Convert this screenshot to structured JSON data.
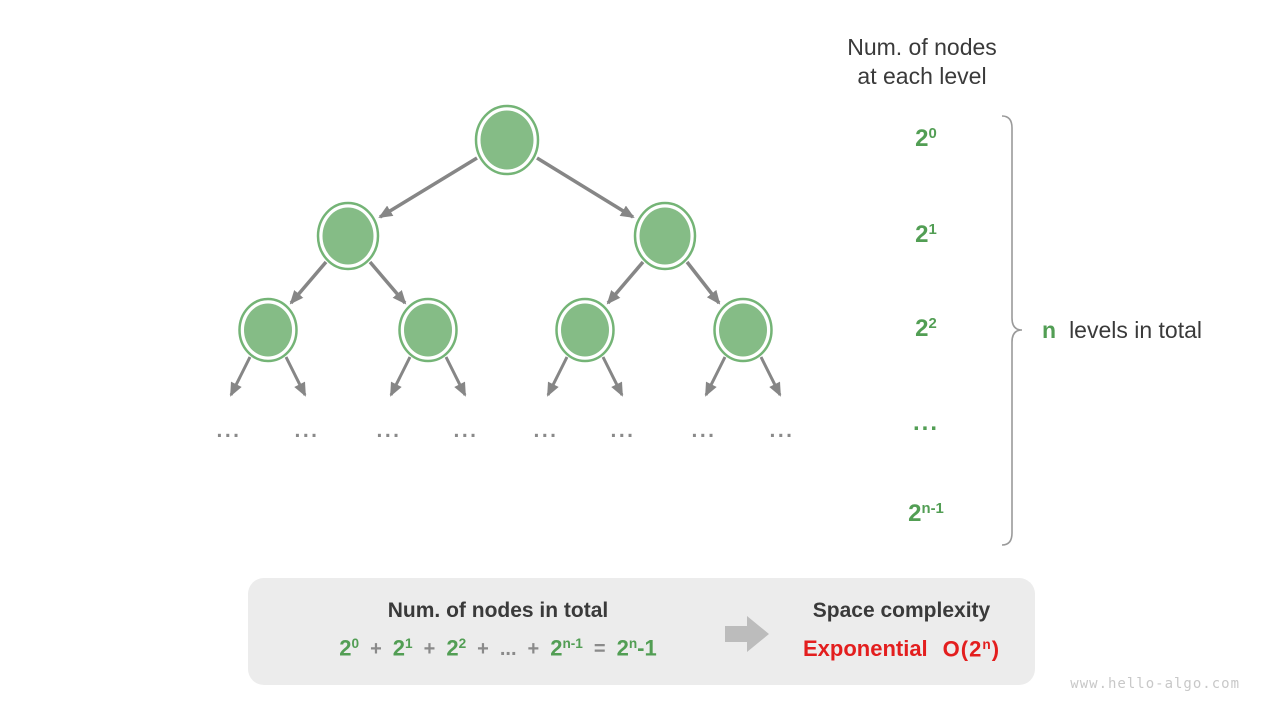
{
  "colors": {
    "green_text": "#529e54",
    "node_fill": "#85bc86",
    "node_stroke": "#74b476",
    "edge_gray": "#868686",
    "text_dark": "#3a3a3a",
    "muted_gray": "#8a8a8a",
    "box_bg": "#ececec",
    "arrow_gray": "#bcbcbc",
    "red": "#e31e1e",
    "watermark": "#c8c8c8",
    "brace": "#9a9a9a"
  },
  "header": {
    "line1": "Num. of nodes",
    "line2": "at each level"
  },
  "levels": [
    {
      "base": "2",
      "sup": "0"
    },
    {
      "base": "2",
      "sup": "1"
    },
    {
      "base": "2",
      "sup": "2"
    },
    {
      "dots": "..."
    },
    {
      "base": "2",
      "sup": "n-1"
    }
  ],
  "brace_annotation": {
    "n": "n",
    "rest": "levels in total"
  },
  "tree": {
    "ellipsis": "..."
  },
  "summary_box": {
    "left_title": "Num. of nodes in total",
    "formula": {
      "terms": [
        {
          "base": "2",
          "sup": "0"
        },
        {
          "base": "2",
          "sup": "1"
        },
        {
          "base": "2",
          "sup": "2"
        },
        {
          "base": "2",
          "sup": "n-1"
        }
      ],
      "plus": "+",
      "dots": "...",
      "equals": "=",
      "result": {
        "base": "2",
        "sup": "n",
        "tail": "-1"
      }
    },
    "right_title": "Space complexity",
    "complexity_label": "Exponential",
    "complexity": {
      "prefix": "O(2",
      "sup": "n",
      "suffix": ")"
    }
  },
  "watermark": "www.hello-algo.com"
}
